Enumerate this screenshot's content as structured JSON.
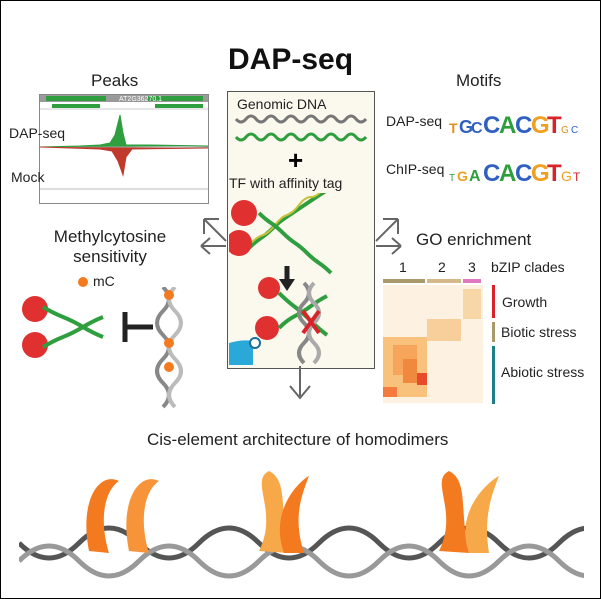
{
  "title": "DAP-seq",
  "peaks": {
    "heading": "Peaks",
    "gene_label": "AT2G36270.1",
    "track1": "DAP-seq",
    "track2": "Mock"
  },
  "center": {
    "genomic_dna": "Genomic DNA",
    "plus": "+",
    "tf_tag": "TF with affinity tag"
  },
  "motifs": {
    "heading": "Motifs",
    "row1_label": "DAP-seq",
    "row2_label": "ChIP-seq"
  },
  "methyl": {
    "heading_line1": "Methylcytosine",
    "heading_line2": "sensitivity",
    "legend": "mC"
  },
  "go": {
    "heading": "GO enrichment",
    "clade1": "1",
    "clade2": "2",
    "clade3": "3",
    "clades_label": "bZIP clades",
    "cat1": "Growth",
    "cat2": "Biotic stress",
    "cat3": "Abiotic stress"
  },
  "bottom": {
    "heading": "Cis-element architecture of homodimers"
  },
  "colors": {
    "green": "#2e9e3e",
    "red": "#d8232a",
    "orange": "#f47a20",
    "teal": "#1e7f8a",
    "tan": "#a89a6a"
  }
}
